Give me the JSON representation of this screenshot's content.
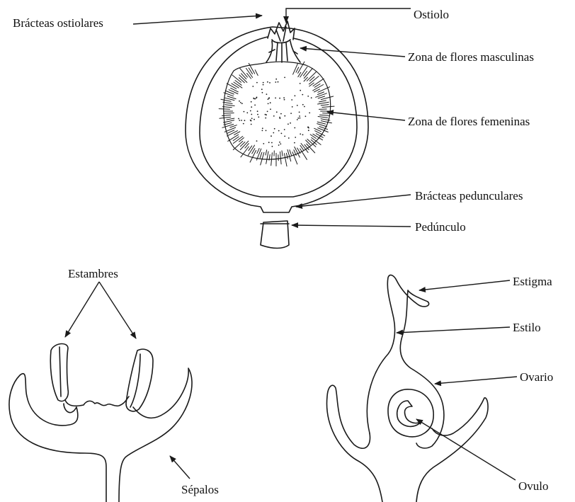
{
  "labels": {
    "bracteas_ostiolares": "Brácteas ostiolares",
    "ostiolo": "Ostiolo",
    "zona_masculinas": "Zona de flores masculinas",
    "zona_femeninas": "Zona de flores femeninas",
    "bracteas_pedunculares": "Brácteas pedunculares",
    "pedunculo": "Pedúnculo",
    "estambres": "Estambres",
    "sepalos": "Sépalos",
    "estigma": "Estigma",
    "estilo": "Estilo",
    "ovario": "Ovario",
    "ovulo": "Ovulo"
  },
  "colors": {
    "ink": "#1a1a1a",
    "background": "#ffffff"
  }
}
